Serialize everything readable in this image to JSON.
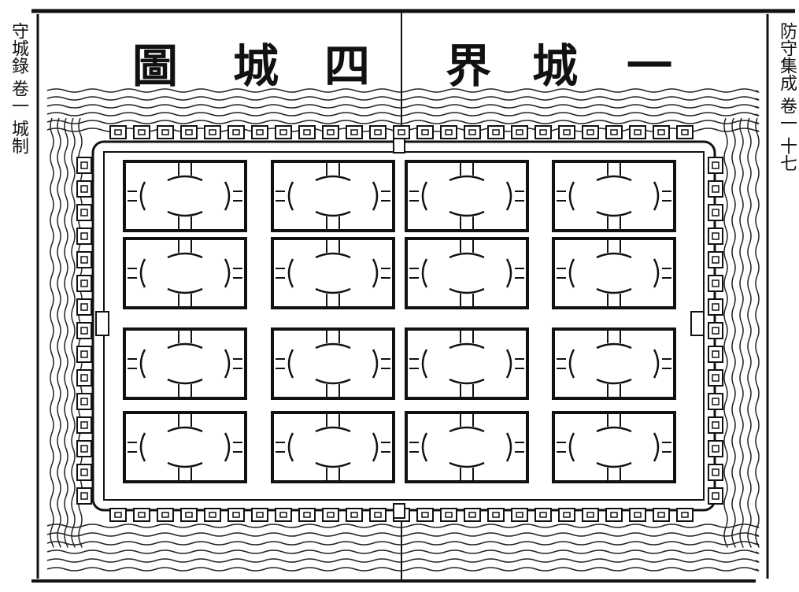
{
  "title": {
    "chars": [
      "圖",
      "城",
      "四",
      "界",
      "城",
      "一"
    ]
  },
  "left_margin": {
    "text": "守城錄 卷一 城制"
  },
  "right_margin": {
    "text": "防守集成 卷一 十七"
  },
  "plan": {
    "rows": 4,
    "cols": 4,
    "blocks": 16
  }
}
